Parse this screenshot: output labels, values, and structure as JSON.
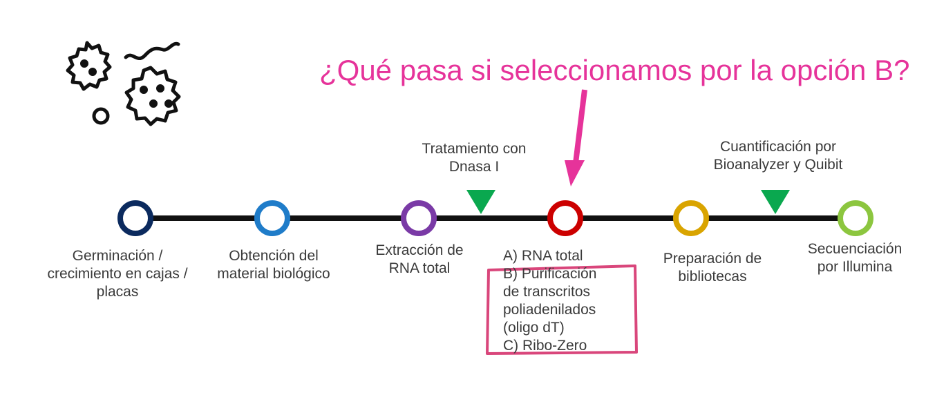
{
  "question": "¿Qué pasa si seleccionamos por la opción B?",
  "colors": {
    "accent_pink": "#e6339a",
    "box_border": "#d9467b",
    "triangle_green": "#0aa84f",
    "timeline": "#111111"
  },
  "icons": [
    "microbes-icon"
  ],
  "steps": [
    {
      "name": "germinacion",
      "color": "#0b2a5e",
      "lines": [
        "Germinación /",
        "crecimiento en cajas /",
        "placas"
      ]
    },
    {
      "name": "obtencion",
      "color": "#1f7cc9",
      "lines": [
        "Obtención del",
        "material biológico"
      ]
    },
    {
      "name": "extraccion",
      "color": "#7a3aa6",
      "lines": [
        "Extracción de",
        "RNA total"
      ]
    },
    {
      "name": "seleccion",
      "color": "#cc0000",
      "lines": [
        "A) RNA total",
        "B) Purificación",
        "de transcritos",
        "poliadenilados",
        "(oligo dT)",
        "C) Ribo-Zero"
      ]
    },
    {
      "name": "preparacion",
      "color": "#d9a400",
      "lines": [
        "Preparación de",
        "bibliotecas"
      ]
    },
    {
      "name": "secuenciacion",
      "color": "#8cc63f",
      "lines": [
        "Secuenciación",
        "por Illumina"
      ]
    }
  ],
  "markers": [
    {
      "name": "dnasa",
      "lines": [
        "Tratamiento con",
        "Dnasa I"
      ]
    },
    {
      "name": "cuantificacion",
      "lines": [
        "Cuantificación por",
        "Bioanalyzer y Quibit"
      ]
    }
  ]
}
